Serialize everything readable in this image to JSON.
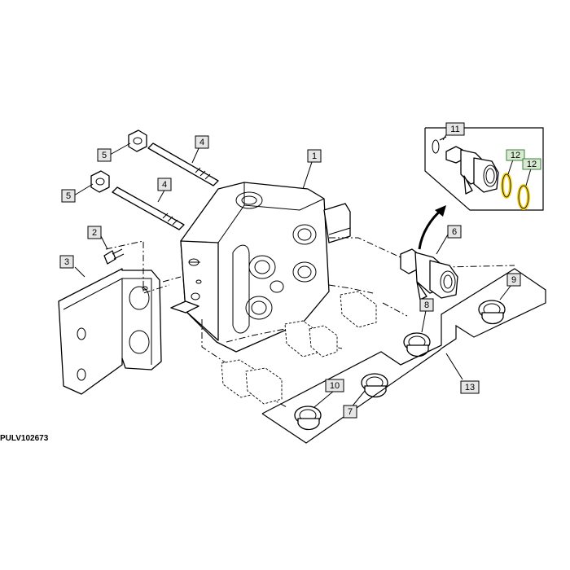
{
  "figure_id": "PULV102673",
  "labels": {
    "p1": "1",
    "p2": "2",
    "p3": "3",
    "p4a": "4",
    "p4b": "4",
    "p5a": "5",
    "p5b": "5",
    "p6": "6",
    "p7": "7",
    "p8": "8",
    "p9": "9",
    "p10": "10",
    "p11": "11",
    "p12a": "12",
    "p12b": "12",
    "p13": "13"
  },
  "colors": {
    "highlight": "#f2d21c",
    "line": "#000000",
    "label_fill": "#e6e6e6",
    "label_green": "#d9ead3"
  }
}
